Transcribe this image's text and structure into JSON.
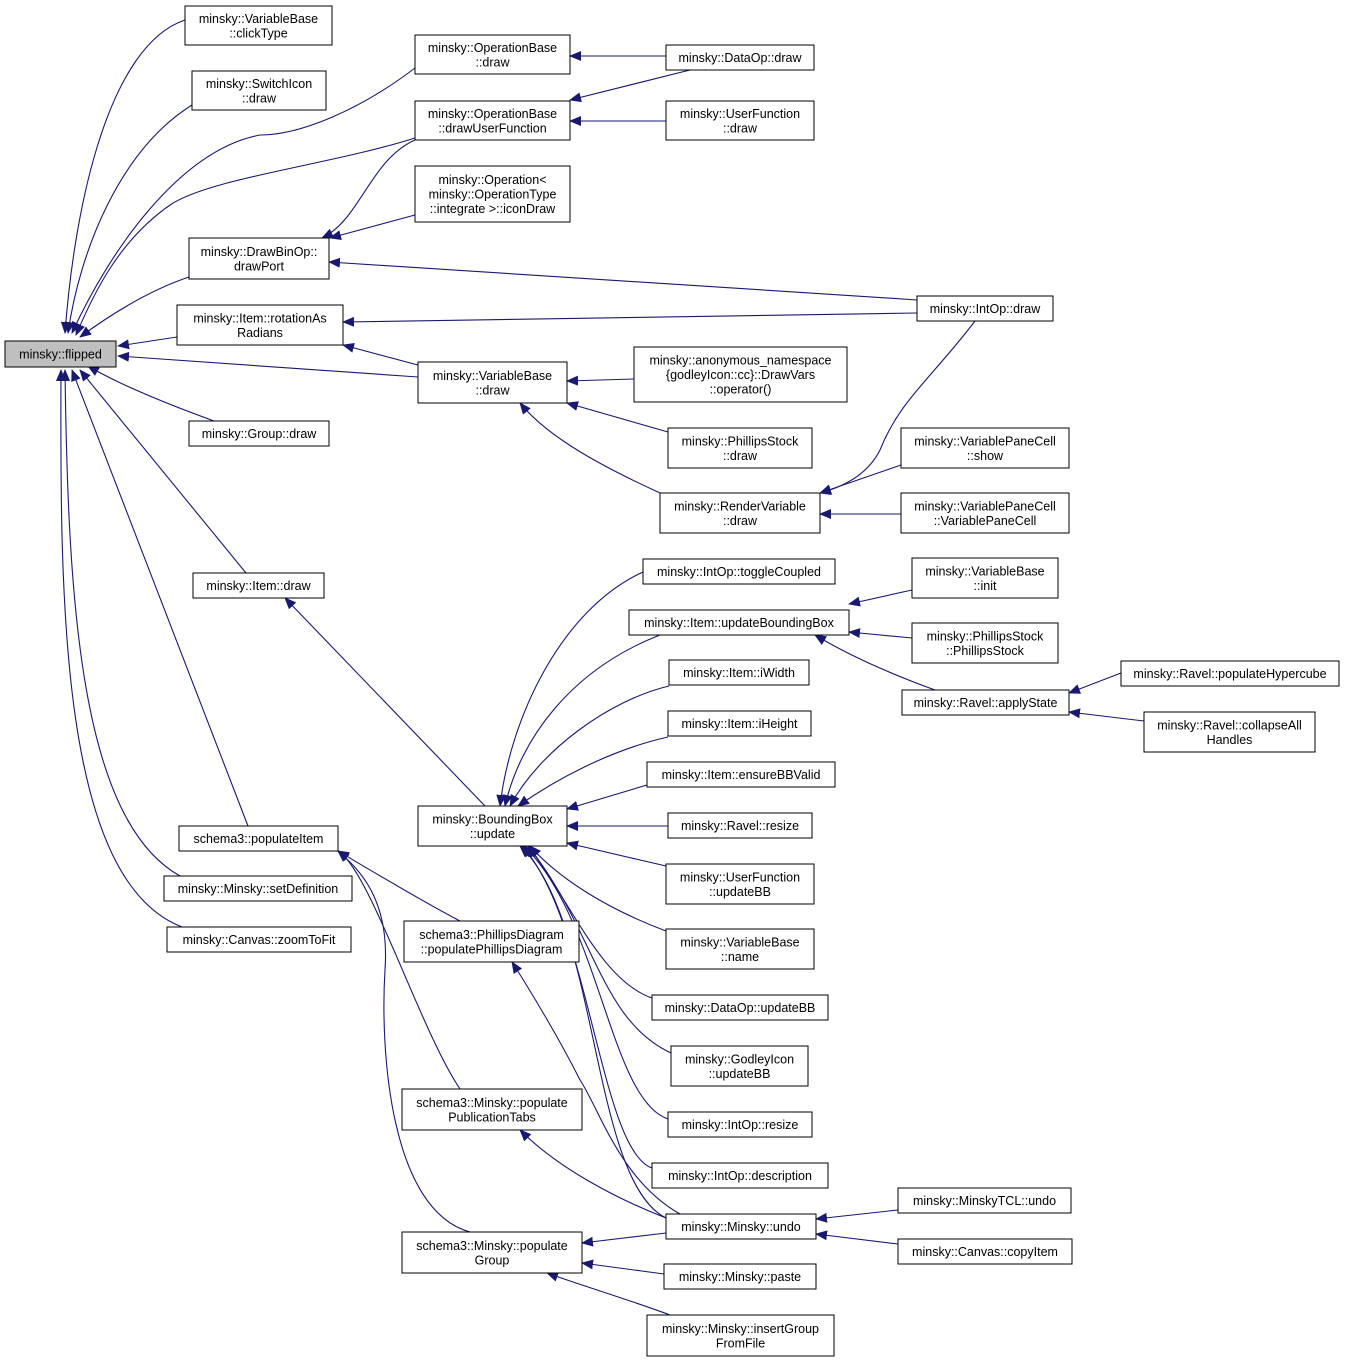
{
  "diagram": {
    "title": "",
    "nodes": [
      {
        "id": "flipped",
        "lines": [
          "minsky::flipped"
        ],
        "root": true
      },
      {
        "id": "vb_clickType",
        "lines": [
          "minsky::VariableBase",
          "::clickType"
        ]
      },
      {
        "id": "switchIcon",
        "lines": [
          "minsky::SwitchIcon",
          "::draw"
        ]
      },
      {
        "id": "drawBinOp",
        "lines": [
          "minsky::DrawBinOp::",
          "drawPort"
        ]
      },
      {
        "id": "rotationAsRadians",
        "lines": [
          "minsky::Item::rotationAs",
          "Radians"
        ]
      },
      {
        "id": "groupDraw",
        "lines": [
          "minsky::Group::draw"
        ]
      },
      {
        "id": "itemDraw",
        "lines": [
          "minsky::Item::draw"
        ]
      },
      {
        "id": "populateItem",
        "lines": [
          "schema3::populateItem"
        ]
      },
      {
        "id": "setDefinition",
        "lines": [
          "minsky::Minsky::setDefinition"
        ]
      },
      {
        "id": "zoomToFit",
        "lines": [
          "minsky::Canvas::zoomToFit"
        ]
      },
      {
        "id": "opDraw",
        "lines": [
          "minsky::OperationBase",
          "::draw"
        ]
      },
      {
        "id": "drawUserFunction",
        "lines": [
          "minsky::OperationBase",
          "::drawUserFunction"
        ]
      },
      {
        "id": "opIntegrate",
        "lines": [
          "minsky::Operation<",
          "minsky::OperationType",
          "::integrate >::iconDraw"
        ]
      },
      {
        "id": "vbDraw",
        "lines": [
          "minsky::VariableBase",
          "::draw"
        ]
      },
      {
        "id": "bbUpdate",
        "lines": [
          "minsky::BoundingBox",
          "::update"
        ]
      },
      {
        "id": "phillipsDiagram",
        "lines": [
          "schema3::PhillipsDiagram",
          "::populatePhillipsDiagram"
        ]
      },
      {
        "id": "pubTabs",
        "lines": [
          "schema3::Minsky::populate",
          "PublicationTabs"
        ]
      },
      {
        "id": "populateGroup",
        "lines": [
          "schema3::Minsky::populate",
          "Group"
        ]
      },
      {
        "id": "dataOpDraw",
        "lines": [
          "minsky::DataOp::draw"
        ]
      },
      {
        "id": "userFuncDraw",
        "lines": [
          "minsky::UserFunction",
          "::draw"
        ]
      },
      {
        "id": "intOpDraw",
        "lines": [
          "minsky::IntOp::draw"
        ]
      },
      {
        "id": "drawVars",
        "lines": [
          "minsky::anonymous_namespace",
          "{godleyIcon::cc}::DrawVars",
          "::operator()"
        ]
      },
      {
        "id": "phillipsStockDraw",
        "lines": [
          "minsky::PhillipsStock",
          "::draw"
        ]
      },
      {
        "id": "renderVariable",
        "lines": [
          "minsky::RenderVariable",
          "::draw"
        ]
      },
      {
        "id": "vpcShow",
        "lines": [
          "minsky::VariablePaneCell",
          "::show"
        ]
      },
      {
        "id": "vpcCtor",
        "lines": [
          "minsky::VariablePaneCell",
          "::VariablePaneCell"
        ]
      },
      {
        "id": "toggleCoupled",
        "lines": [
          "minsky::IntOp::toggleCoupled"
        ]
      },
      {
        "id": "updateBoundingBox",
        "lines": [
          "minsky::Item::updateBoundingBox"
        ]
      },
      {
        "id": "iWidth",
        "lines": [
          "minsky::Item::iWidth"
        ]
      },
      {
        "id": "iHeight",
        "lines": [
          "minsky::Item::iHeight"
        ]
      },
      {
        "id": "ensureBBValid",
        "lines": [
          "minsky::Item::ensureBBValid"
        ]
      },
      {
        "id": "ravelResize",
        "lines": [
          "minsky::Ravel::resize"
        ]
      },
      {
        "id": "ufUpdateBB",
        "lines": [
          "minsky::UserFunction",
          "::updateBB"
        ]
      },
      {
        "id": "vbName",
        "lines": [
          "minsky::VariableBase",
          "::name"
        ]
      },
      {
        "id": "dataOpUpdateBB",
        "lines": [
          "minsky::DataOp::updateBB"
        ]
      },
      {
        "id": "godleyUpdateBB",
        "lines": [
          "minsky::GodleyIcon",
          "::updateBB"
        ]
      },
      {
        "id": "intOpResize",
        "lines": [
          "minsky::IntOp::resize"
        ]
      },
      {
        "id": "intOpDescription",
        "lines": [
          "minsky::IntOp::description"
        ]
      },
      {
        "id": "minskyUndo",
        "lines": [
          "minsky::Minsky::undo"
        ]
      },
      {
        "id": "minskyPaste",
        "lines": [
          "minsky::Minsky::paste"
        ]
      },
      {
        "id": "insertGroup",
        "lines": [
          "minsky::Minsky::insertGroup",
          "FromFile"
        ]
      },
      {
        "id": "vbInit",
        "lines": [
          "minsky::VariableBase",
          "::init"
        ]
      },
      {
        "id": "psCtor",
        "lines": [
          "minsky::PhillipsStock",
          "::PhillipsStock"
        ]
      },
      {
        "id": "applyState",
        "lines": [
          "minsky::Ravel::applyState"
        ]
      },
      {
        "id": "populateHypercube",
        "lines": [
          "minsky::Ravel::populateHypercube"
        ]
      },
      {
        "id": "collapseAll",
        "lines": [
          "minsky::Ravel::collapseAll",
          "Handles"
        ]
      },
      {
        "id": "tclUndo",
        "lines": [
          "minsky::MinskyTCL::undo"
        ]
      },
      {
        "id": "copyItem",
        "lines": [
          "minsky::Canvas::copyItem"
        ]
      }
    ],
    "edges": [
      [
        "flipped",
        "vb_clickType"
      ],
      [
        "flipped",
        "switchIcon"
      ],
      [
        "flipped",
        "opDraw"
      ],
      [
        "flipped",
        "drawUserFunction"
      ],
      [
        "flipped",
        "drawBinOp"
      ],
      [
        "flipped",
        "rotationAsRadians"
      ],
      [
        "flipped",
        "vbDraw"
      ],
      [
        "flipped",
        "groupDraw"
      ],
      [
        "flipped",
        "itemDraw"
      ],
      [
        "flipped",
        "populateItem"
      ],
      [
        "flipped",
        "setDefinition"
      ],
      [
        "flipped",
        "zoomToFit"
      ],
      [
        "opDraw",
        "dataOpDraw"
      ],
      [
        "drawUserFunction",
        "dataOpDraw"
      ],
      [
        "drawUserFunction",
        "userFuncDraw"
      ],
      [
        "drawBinOp",
        "drawUserFunction"
      ],
      [
        "drawBinOp",
        "opIntegrate"
      ],
      [
        "drawBinOp",
        "intOpDraw"
      ],
      [
        "rotationAsRadians",
        "intOpDraw"
      ],
      [
        "rotationAsRadians",
        "vbDraw"
      ],
      [
        "vbDraw",
        "drawVars"
      ],
      [
        "vbDraw",
        "phillipsStockDraw"
      ],
      [
        "vbDraw",
        "renderVariable"
      ],
      [
        "renderVariable",
        "intOpDraw"
      ],
      [
        "renderVariable",
        "vpcShow"
      ],
      [
        "renderVariable",
        "vpcCtor"
      ],
      [
        "itemDraw",
        "bbUpdate"
      ],
      [
        "bbUpdate",
        "toggleCoupled"
      ],
      [
        "bbUpdate",
        "updateBoundingBox"
      ],
      [
        "bbUpdate",
        "iWidth"
      ],
      [
        "bbUpdate",
        "iHeight"
      ],
      [
        "bbUpdate",
        "ensureBBValid"
      ],
      [
        "bbUpdate",
        "ravelResize"
      ],
      [
        "bbUpdate",
        "ufUpdateBB"
      ],
      [
        "bbUpdate",
        "vbName"
      ],
      [
        "bbUpdate",
        "dataOpUpdateBB"
      ],
      [
        "bbUpdate",
        "godleyUpdateBB"
      ],
      [
        "bbUpdate",
        "intOpResize"
      ],
      [
        "bbUpdate",
        "intOpDescription"
      ],
      [
        "bbUpdate",
        "minskyUndo"
      ],
      [
        "updateBoundingBox",
        "vbInit"
      ],
      [
        "updateBoundingBox",
        "psCtor"
      ],
      [
        "updateBoundingBox",
        "applyState"
      ],
      [
        "applyState",
        "populateHypercube"
      ],
      [
        "applyState",
        "collapseAll"
      ],
      [
        "populateItem",
        "phillipsDiagram"
      ],
      [
        "populateItem",
        "pubTabs"
      ],
      [
        "populateItem",
        "populateGroup"
      ],
      [
        "phillipsDiagram",
        "minskyUndo"
      ],
      [
        "pubTabs",
        "minskyUndo"
      ],
      [
        "populateGroup",
        "minskyUndo"
      ],
      [
        "populateGroup",
        "minskyPaste"
      ],
      [
        "populateGroup",
        "insertGroup"
      ],
      [
        "minskyUndo",
        "tclUndo"
      ],
      [
        "minskyUndo",
        "copyItem"
      ]
    ]
  },
  "colors": {
    "edge": "#191970",
    "root_fill": "#bfbfbf",
    "node_fill": "#ffffff",
    "node_border": "#000000"
  }
}
